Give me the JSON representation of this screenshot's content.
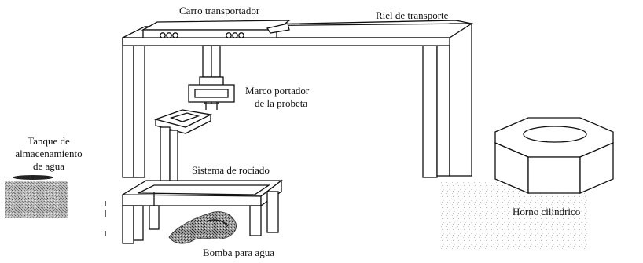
{
  "labels": {
    "carro": "Carro transportador",
    "riel": "Riel de transporte",
    "marco_line1": "Marco portador",
    "marco_line2": "de la probeta",
    "tanque_line1": "Tanque de",
    "tanque_line2": "almacenamiento",
    "tanque_line3": "de agua",
    "sistema": "Sistema de rociado",
    "horno": "Horno cilindrico",
    "bomba": "Bomba para agua"
  }
}
